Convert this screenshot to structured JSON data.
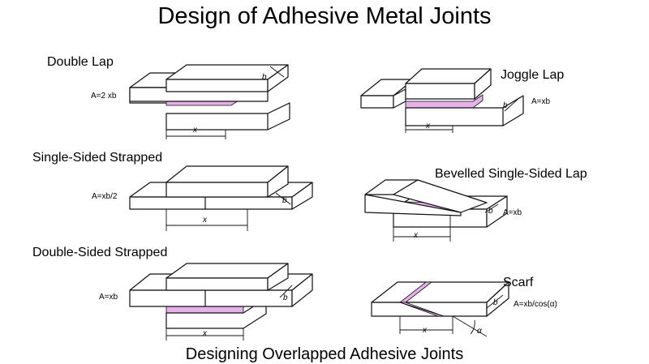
{
  "title": "Design of Adhesive Metal Joints",
  "bottom_title": "Designing Overlapped Adhesive Joints",
  "adhesive_color": "#e6b0e9",
  "joints": {
    "double_lap": {
      "name": "Double Lap",
      "formula": "A=2 xb",
      "dim_x": "x",
      "dim_b": "b"
    },
    "joggle_lap": {
      "name": "Joggle Lap",
      "formula": "A=xb",
      "dim_x": "x",
      "dim_b": "b"
    },
    "single_strap": {
      "name": "Single-Sided Strapped",
      "formula": "A=xb/2",
      "dim_x": "x",
      "dim_b": "b"
    },
    "bevelled": {
      "name": "Bevelled Single-Sided Lap",
      "formula": "A=xb",
      "dim_x": "x",
      "dim_b": "b"
    },
    "double_strap": {
      "name": "Double-Sided Strapped",
      "formula": "A=xb",
      "dim_x": "x",
      "dim_b": "b"
    },
    "scarf": {
      "name": "Scarf",
      "formula": "A=xb/cos(α)",
      "dim_x": "x",
      "dim_b": "b",
      "dim_alpha": "α"
    }
  }
}
